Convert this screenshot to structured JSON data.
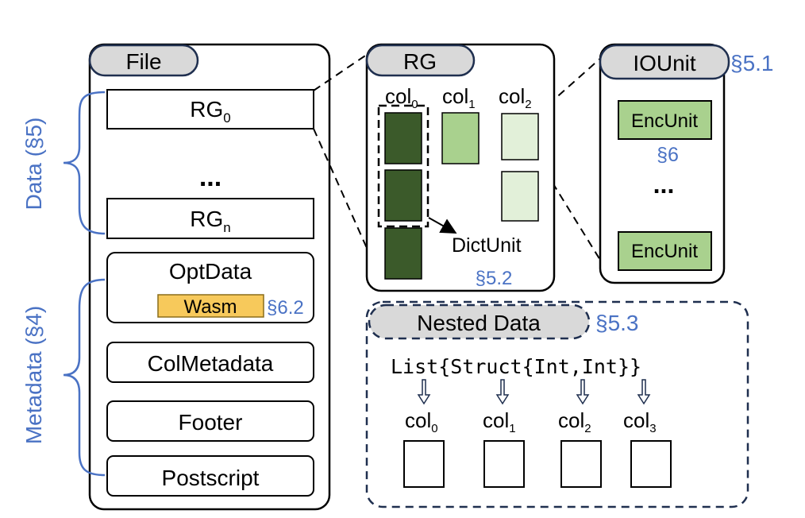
{
  "file": {
    "tab": "File",
    "rg_first": "RG",
    "rg_first_sub": "0",
    "ellipsis": "...",
    "rg_last": "RG",
    "rg_last_sub": "n",
    "optdata": "OptData",
    "wasm": "Wasm",
    "wasm_ref": "§6.2",
    "colmetadata": "ColMetadata",
    "footer": "Footer",
    "postscript": "Postscript"
  },
  "brackets": {
    "data": "Data (§5)",
    "metadata": "Metadata (§4)"
  },
  "rg": {
    "tab": "RG",
    "col_label": "col",
    "cols": [
      "0",
      "1",
      "2"
    ],
    "dictunit": "DictUnit",
    "ref": "§5.2"
  },
  "iounit": {
    "tab": "IOUnit",
    "ref": "§5.1",
    "enc_top": "EncUnit",
    "enc_ref": "§6",
    "ellipsis": "...",
    "enc_bottom": "EncUnit"
  },
  "nested": {
    "tab": "Nested Data",
    "ref": "§5.3",
    "schema": "List{Struct{Int,Int}}",
    "col_label": "col",
    "cols": [
      "0",
      "1",
      "2",
      "3"
    ]
  },
  "colors": {
    "dark_green": "#3b5a2a",
    "mid_green": "#a9d18e",
    "light_green": "#e2f0d9",
    "wasm_yellow": "#f7c95b",
    "tab_gray": "#d9d9d9",
    "ref_blue": "#4a72c4",
    "navy": "#1f2f4f"
  }
}
